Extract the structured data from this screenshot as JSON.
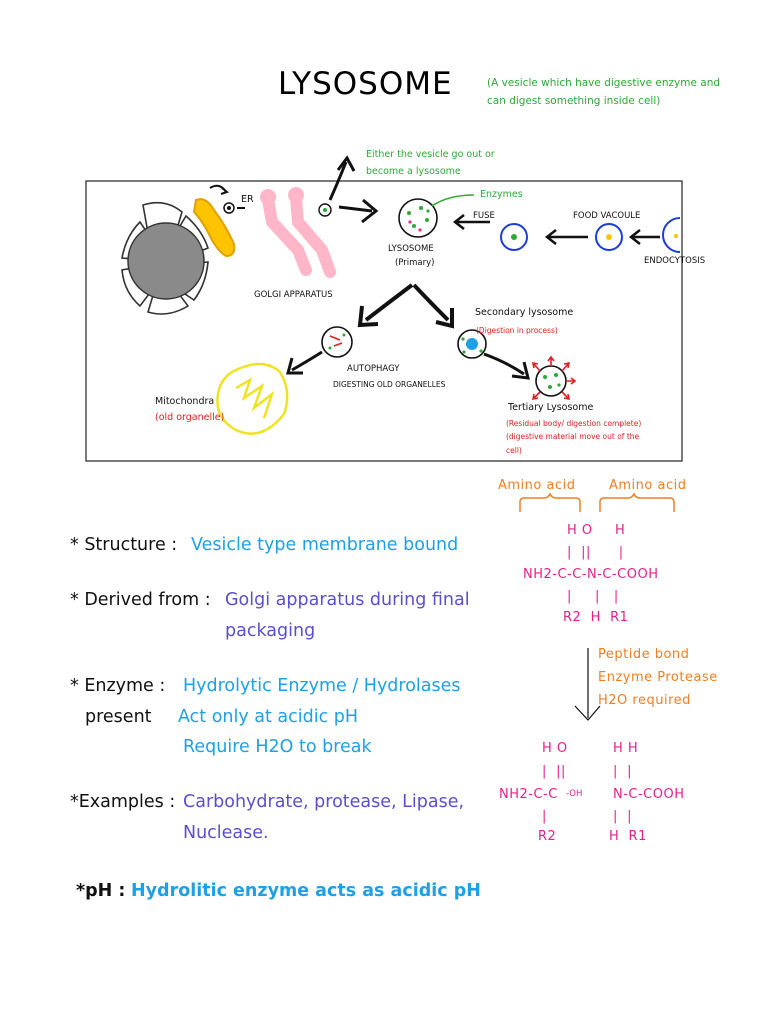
{
  "title": "LYSOSOME",
  "subtitle_line1": "(A vesicle which have digestive enzyme and",
  "subtitle_line2": "can digest something inside cell)",
  "diagram": {
    "exit_note_line1": "Either the vesicle go out or",
    "exit_note_line2": "become a lysosome",
    "enzymes": "Enzymes",
    "er": "ER",
    "fuse": "FUSE",
    "food_vacuole": "FOOD VACOULE",
    "lysosome": "LYSOSOME",
    "primary": "(Primary)",
    "endocytosis": "ENDOCYTOSIS",
    "golgi": "GOLGI APPARATUS",
    "secondary": "Secondary lysosome",
    "digestion": "(Digestion in process)",
    "autophagy": "AUTOPHAGY",
    "digesting": "DIGESTING OLD ORGANELLES",
    "mitochondra": "Mitochondra",
    "old_organelle": "(old organelle)",
    "tertiary": "Tertiary Lysosome",
    "tertiary_note1": "(Residual body/ digestion complete)",
    "tertiary_note2": "(digestive material move out of the",
    "tertiary_note3": "cell)"
  },
  "notes": {
    "structure_label": "* Structure :",
    "structure_value": "Vesicle type membrane bound",
    "derived_label": "* Derived from :",
    "derived_value1": "Golgi apparatus during final",
    "derived_value2": "packaging",
    "enzyme_label": "* Enzyme :",
    "enzyme_value": "Hydrolytic Enzyme / Hydrolases",
    "present_label": "present",
    "present_value1": "Act only at acidic pH",
    "present_value2": "Require H2O to break",
    "examples_label": "*Examples :",
    "examples_value1": "Carbohydrate, protease, Lipase,",
    "examples_value2": "Nuclease.",
    "ph_label": "*pH :",
    "ph_value": "Hydrolitic enzyme acts as acidic pH"
  },
  "chemistry": {
    "amino_acid_left": "Amino acid",
    "amino_acid_right": "Amino acid",
    "top_h_o": "H O",
    "top_h": "H",
    "top_bonds": "|  ||      |",
    "top_chain": "NH2-C-C-N-C-COOH",
    "top_lower_bonds": "|     |   |",
    "top_substituents": "R2  H  R1",
    "peptide_bond": "Peptide bond",
    "enzyme_protease": "Enzyme Protease",
    "h2o_required": "H2O required",
    "bottom_h_o": "H O",
    "bottom_h_h": "H H",
    "bottom_left_bonds": "|  ||",
    "bottom_right_bonds": "|  |",
    "bottom_left_chain": "NH2-C-C",
    "bottom_oh": "-OH",
    "bottom_right_chain": "N-C-COOH",
    "bottom_left_lower_bond": "|",
    "bottom_right_lower_bonds": "|  |",
    "bottom_r2": "R2",
    "bottom_h_r1": "H  R1"
  }
}
